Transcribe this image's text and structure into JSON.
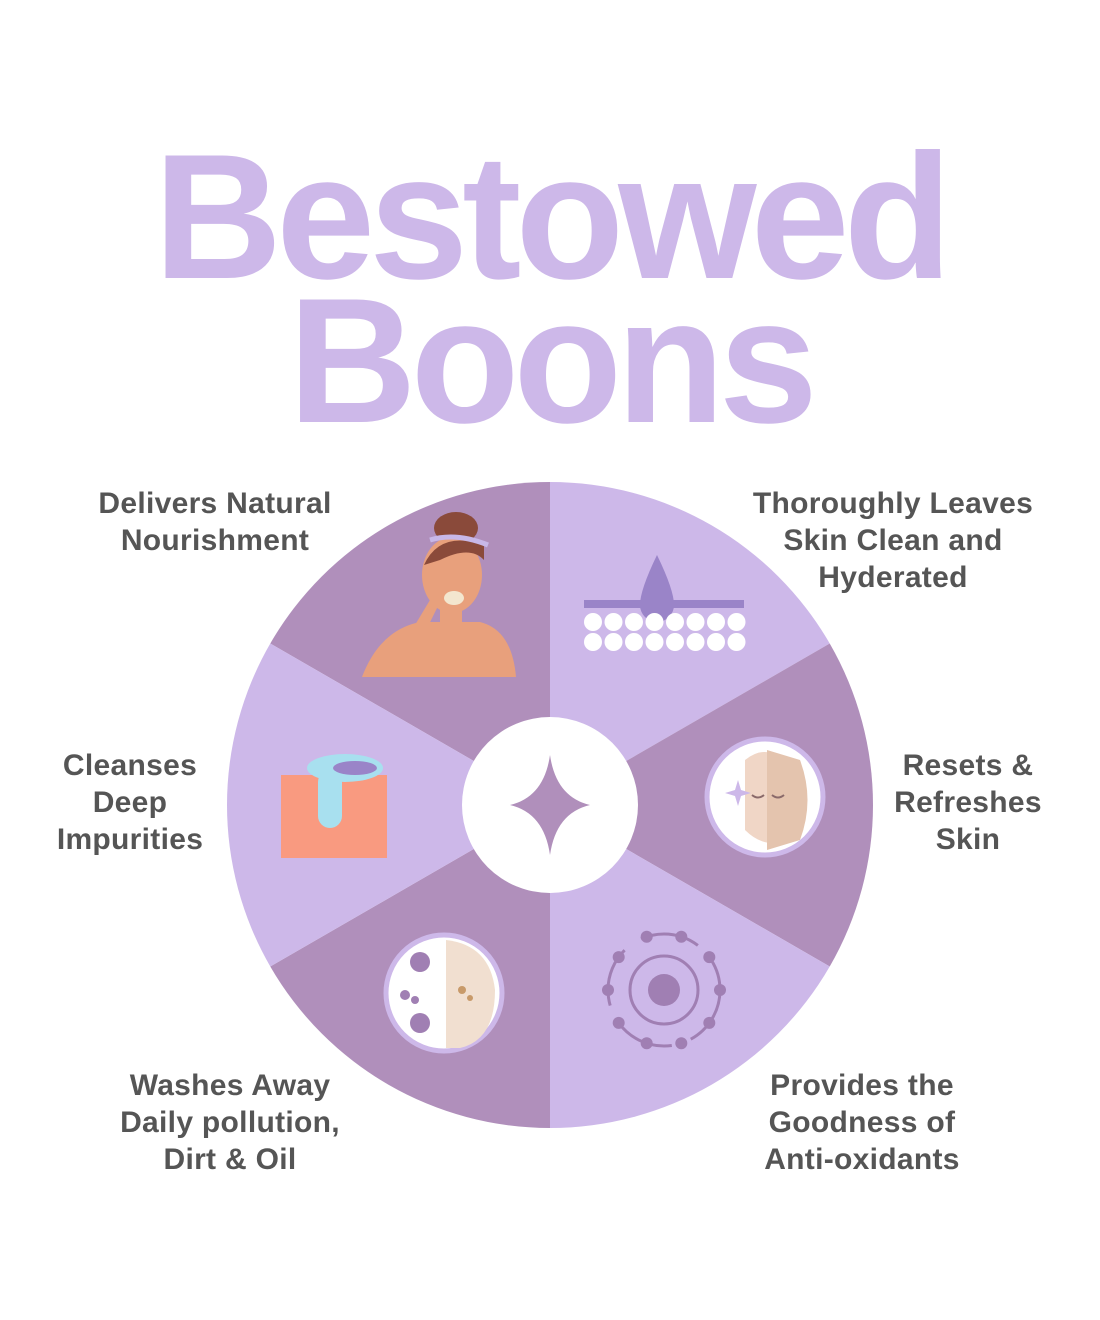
{
  "title": {
    "line1": "Bestowed",
    "line2": "Boons"
  },
  "colors": {
    "title": "#cdb8e9",
    "segment_dark": "#b08fbb",
    "segment_light": "#cdb8e9",
    "text": "#555555",
    "center": "#ffffff"
  },
  "center_icon": "sparkle-icon",
  "benefits": [
    {
      "lines": [
        "Delivers Natural",
        "Nourishment"
      ],
      "icon": "woman-applying-cream-icon"
    },
    {
      "lines": [
        "Thoroughly Leaves",
        "Skin Clean and",
        "Hyderated"
      ],
      "icon": "skin-hydration-drop-icon"
    },
    {
      "lines": [
        "Resets &",
        "Refreshes",
        "Skin"
      ],
      "icon": "refreshed-face-icon"
    },
    {
      "lines": [
        "Provides the",
        "Goodness of",
        "Anti-oxidants"
      ],
      "icon": "antioxidant-molecule-icon"
    },
    {
      "lines": [
        "Washes Away",
        "Daily pollution,",
        "Dirt & Oil"
      ],
      "icon": "pollution-face-icon"
    },
    {
      "lines": [
        "Cleanses",
        "Deep",
        "Impurities"
      ],
      "icon": "pore-cleansing-icon"
    }
  ]
}
